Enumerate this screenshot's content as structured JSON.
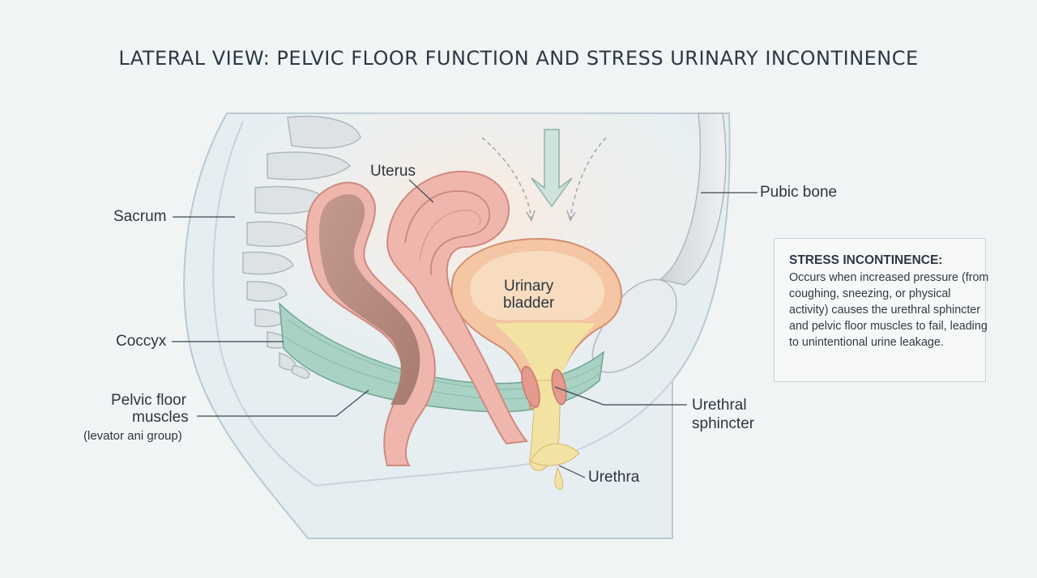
{
  "title": "LATERAL VIEW: PELVIC FLOOR FUNCTION AND STRESS URINARY INCONTINENCE",
  "labels": {
    "sacrum": "Sacrum",
    "coccyx": "Coccyx",
    "pelvic_floor_line1": "Pelvic floor",
    "pelvic_floor_line2": "muscles",
    "pelvic_floor_sub": "(levator ani group)",
    "uterus": "Uterus",
    "bladder_line1": "Urinary",
    "bladder_line2": "bladder",
    "pubic_bone": "Pubic bone",
    "sphincter_line1": "Urethral",
    "sphincter_line2": "sphincter",
    "urethra": "Urethra"
  },
  "callout": {
    "title": "STRESS INCONTINENCE:",
    "body": "Occurs when increased pressure (from coughing, sneezing, or physical activity) causes the urethral sphincter and pelvic floor muscles to fail, leading to unintentional urine leakage."
  },
  "colors": {
    "background": "#f1f4f5",
    "bone": "#dfe3e6",
    "muscle": "#a9d2c4",
    "rectum": "#b58a80",
    "uterus": "#efb6ae",
    "bladder": "#f4c6a3",
    "urine": "#f3e3a3",
    "body_outline": "#b9c9d3"
  }
}
